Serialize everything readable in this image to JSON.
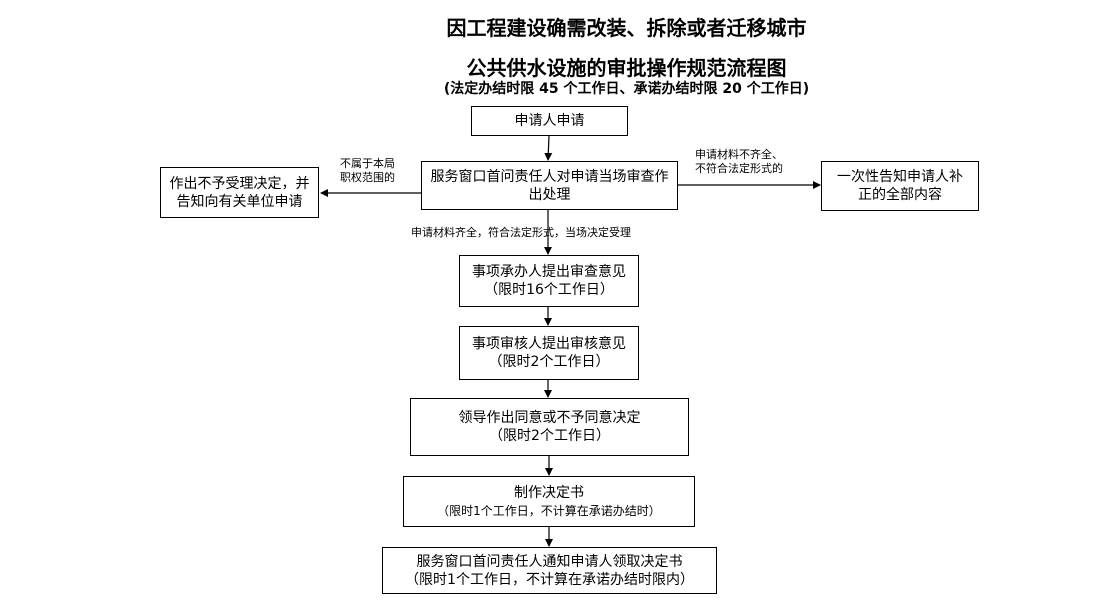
{
  "title": {
    "line1": "因工程建设确需改装、拆除或者迁移城市",
    "line2": "公共供水设施的审批操作规范流程图",
    "line3": "(法定办结时限 45 个工作日、承诺办结时限 20 个工作日)"
  },
  "nodes": {
    "apply": "申请人申请",
    "review_line1": "服务窗口首问责任人对申请当场审查作",
    "review_line2": "出处理",
    "reject_line1": "作出不予受理决定，并",
    "reject_line2": "告知向有关单位申请",
    "supplement_line1": "一次性告知申请人补",
    "supplement_line2": "正的全部内容",
    "handler_line1": "事项承办人提出审查意见",
    "handler_line2": "（限时16个工作日）",
    "auditor_line1": "事项审核人提出审核意见",
    "auditor_line2": "（限时2个工作日）",
    "leader_line1": "领导作出同意或不予同意决定",
    "leader_line2": "（限时2个工作日）",
    "make_line1": "制作决定书",
    "make_line2": "（限时1个工作日，不计算在承诺办结时）",
    "notify_line1": "服务窗口首问责任人通知申请人领取决定书",
    "notify_line2": "（限时1个工作日，不计算在承诺办结时限内）"
  },
  "edge_labels": {
    "not_in_scope_line1": "不属于本局",
    "not_in_scope_line2": "职权范围的",
    "incomplete_line1": "申请材料不齐全、",
    "incomplete_line2": "不符合法定形式的",
    "accepted": "申请材料齐全，符合法定形式，当场决定受理"
  }
}
